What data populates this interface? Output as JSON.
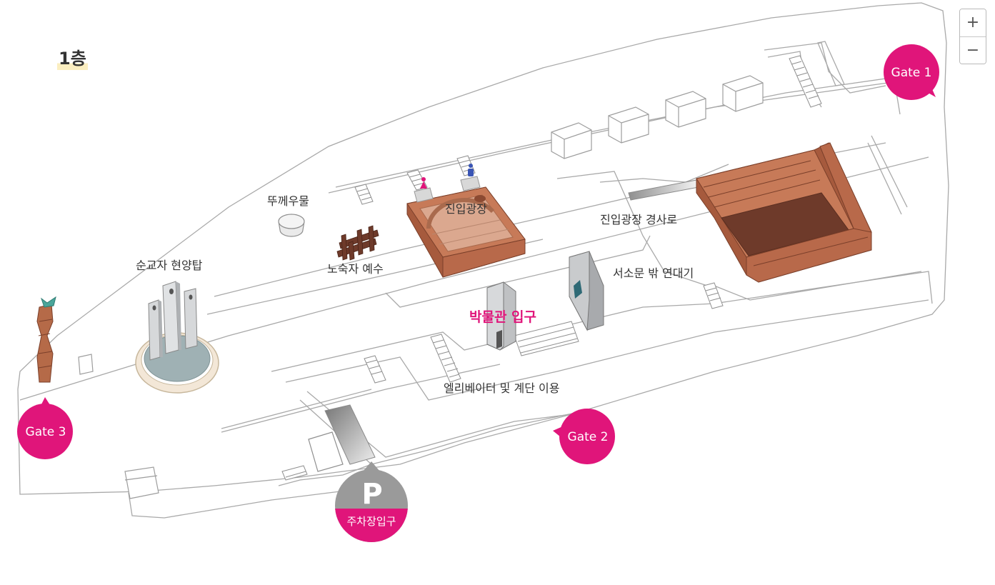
{
  "floor": {
    "title": "1층"
  },
  "zoom": {
    "in_label": "+",
    "out_label": "−"
  },
  "labels": {
    "ttukkeumul": "뚜께우물",
    "entrance_plaza": "진입광장",
    "entrance_slope": "진입광장 경사로",
    "martyr_tower": "순교자 현양탑",
    "homeless_jesus": "노숙자 예수",
    "seosomun_yeondaegi": "서소문 밖 연대기",
    "museum_entrance": "박물관 입구",
    "elevator_stairs": "엘리베이터 및 계단 이용"
  },
  "gates": {
    "gate1": "Gate 1",
    "gate2": "Gate 2",
    "gate3": "Gate 3"
  },
  "parking": {
    "symbol": "P",
    "label": "주차장입구"
  },
  "colors": {
    "gate_pink": "#e0157a",
    "parking_gray": "#9a9a9a",
    "brick": "#c77a58",
    "brick_dark": "#7a3f2a",
    "stone": "#c9cbcd",
    "outline": "#a9a9a9"
  },
  "icons": {
    "women_restroom": "female-restroom-icon",
    "men_restroom": "male-restroom-icon"
  }
}
